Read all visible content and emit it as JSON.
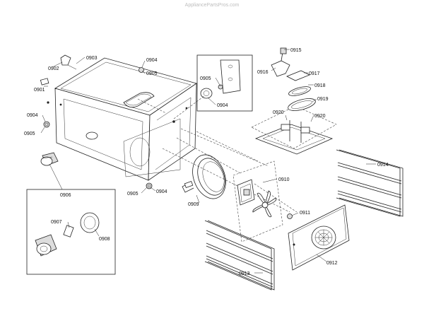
{
  "watermark": "AppliancePartsPros.com",
  "callouts": {
    "c0901": "0901",
    "c0902": "0902",
    "c0903": "0903",
    "c0904a": "0904",
    "c0905a": "0905",
    "c0904b": "0904",
    "c0905b": "0905",
    "c0905c": "0905",
    "c0904c": "0904",
    "c0905d": "0905",
    "c0904d": "0904",
    "c0906": "0906",
    "c0907": "0907",
    "c0908": "0908",
    "c0909": "0909",
    "c0910": "0910",
    "c0911": "0911",
    "c0912": "0912",
    "c0913": "0913",
    "c0914": "0914",
    "c0915": "0915",
    "c0916": "0916",
    "c0917": "0917",
    "c0918": "0918",
    "c0919": "0919",
    "c0920a": "0920",
    "c0920b": "0920"
  }
}
